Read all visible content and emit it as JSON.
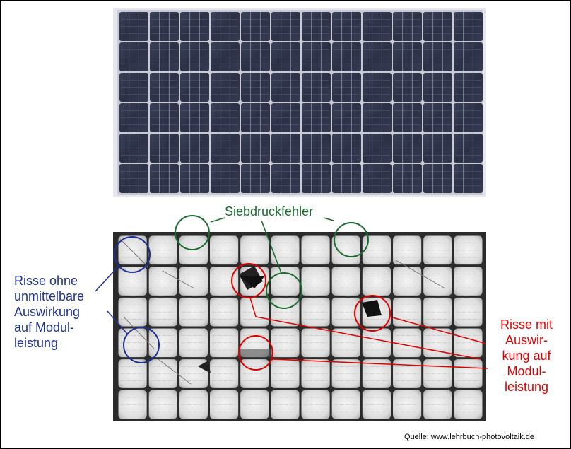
{
  "labels": {
    "screen_print_defects": "Siebdruckfehler",
    "cracks_no_effect": [
      "Risse ohne",
      "unmittelbare",
      "Auswirkung",
      "auf Modul-",
      "leistung"
    ],
    "cracks_with_effect": [
      "Risse mit",
      "Auswir-",
      "kung auf",
      "Modul-",
      "leistung"
    ],
    "source": "Quelle: www.lehrbuch-photovoltaik.de"
  },
  "colors": {
    "blue": "#1f2f8f",
    "red": "#e00000",
    "green": "#1a6b2e"
  }
}
